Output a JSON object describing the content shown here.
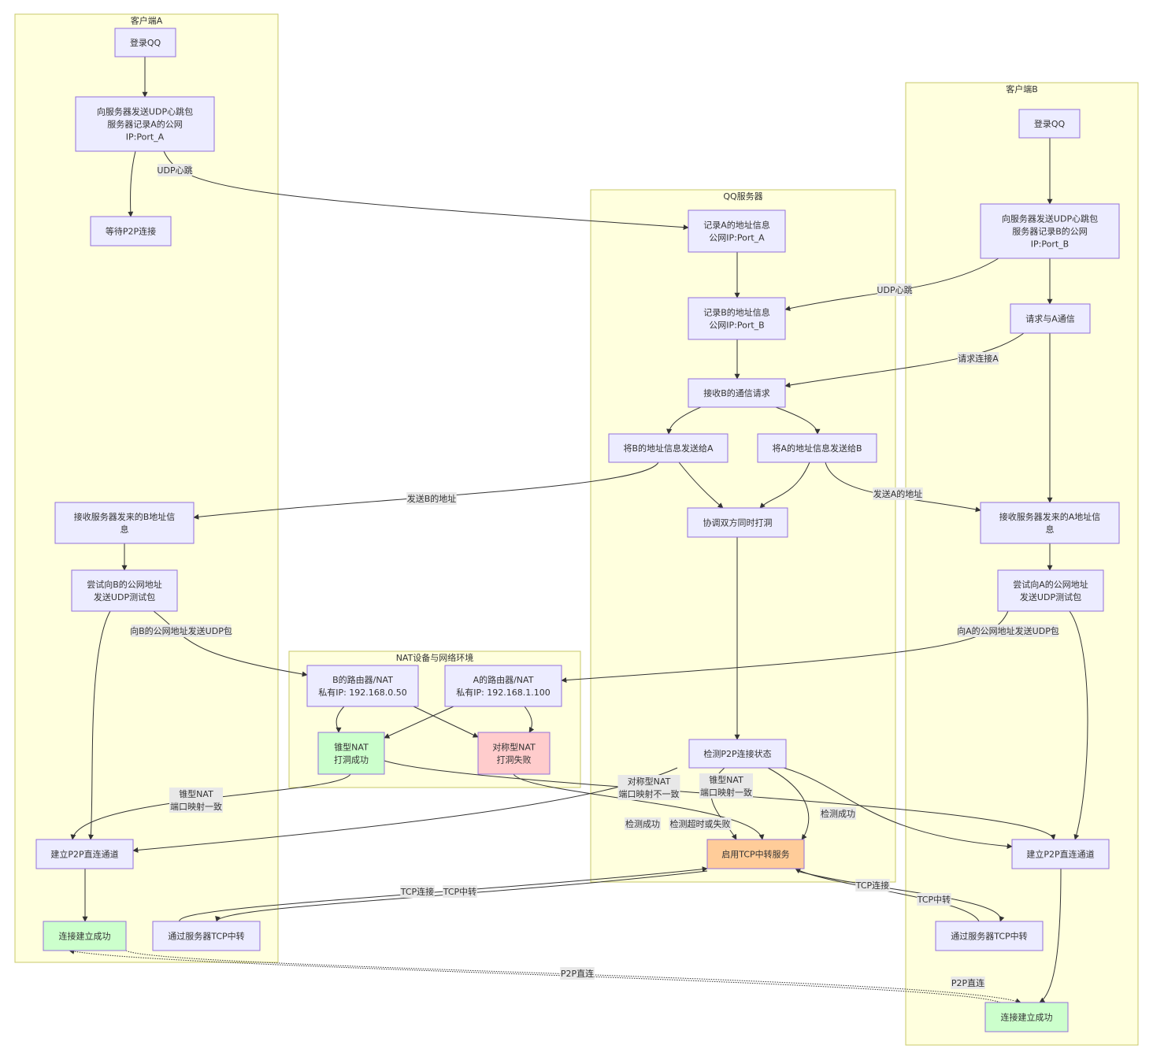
{
  "clusters": {
    "clientA": "客户端A",
    "clientB": "客户端B",
    "server": "QQ服务器",
    "nat": "NAT设备与网络环境"
  },
  "nodes": {
    "a_login": [
      "登录QQ"
    ],
    "a_hb": [
      "向服务器发送UDP心跳包",
      "服务器记录A的公网",
      "IP:Port_A"
    ],
    "a_wait": [
      "等待P2P连接"
    ],
    "a_recv": [
      "接收服务器发来的B地址信",
      "息"
    ],
    "a_try": [
      "尝试向B的公网地址",
      "发送UDP测试包"
    ],
    "a_p2p": [
      "建立P2P直连通道"
    ],
    "a_ok": [
      "连接建立成功"
    ],
    "a_tcp": [
      "通过服务器TCP中转"
    ],
    "s_recA": [
      "记录A的地址信息",
      "公网IP:Port_A"
    ],
    "s_recB": [
      "记录B的地址信息",
      "公网IP:Port_B"
    ],
    "s_req": [
      "接收B的通信请求"
    ],
    "s_sendB": [
      "将B的地址信息发送给A"
    ],
    "s_sendA": [
      "将A的地址信息发送给B"
    ],
    "s_coord": [
      "协调双方同时打洞"
    ],
    "s_check": [
      "检测P2P连接状态"
    ],
    "s_tcp": [
      "启用TCP中转服务"
    ],
    "n_b": [
      "B的路由器/NAT",
      "私有IP: 192.168.0.50"
    ],
    "n_a": [
      "A的路由器/NAT",
      "私有IP: 192.168.1.100"
    ],
    "n_cone": [
      "锥型NAT",
      "打洞成功"
    ],
    "n_sym": [
      "对称型NAT",
      "打洞失败"
    ],
    "b_login": [
      "登录QQ"
    ],
    "b_hb": [
      "向服务器发送UDP心跳包",
      "服务器记录B的公网",
      "IP:Port_B"
    ],
    "b_req": [
      "请求与A通信"
    ],
    "b_recv": [
      "接收服务器发来的A地址信",
      "息"
    ],
    "b_try": [
      "尝试向A的公网地址",
      "发送UDP测试包"
    ],
    "b_p2p": [
      "建立P2P直连通道"
    ],
    "b_tcp": [
      "通过服务器TCP中转"
    ],
    "b_ok": [
      "连接建立成功"
    ]
  },
  "edge_labels": {
    "udp_a": "UDP心跳",
    "udp_b": "UDP心跳",
    "req_a": "请求连接A",
    "send_b_addr": "发送B的地址",
    "send_a_addr": "发送A的地址",
    "udp_to_b": "向B的公网地址发送UDP包",
    "udp_to_a": "向A的公网地址发送UDP包",
    "cone_a": [
      "锥型NAT",
      "端口映射一致"
    ],
    "cone_b": [
      "锥型NAT",
      "端口映射一致"
    ],
    "sym": [
      "对称型NAT",
      "端口映射不一致"
    ],
    "check_ok_a": "检测成功",
    "check_fail": "检测超时或失败",
    "check_ok_b": "检测成功",
    "tcp_conn_a": "TCP连接",
    "tcp_relay_a": "TCP中转",
    "tcp_conn_b": "TCP连接",
    "tcp_relay_b": "TCP中转",
    "p2p_1": "P2P直连",
    "p2p_2": "P2P直连"
  },
  "colors": {
    "cluster_fill": "#ffffde",
    "node_fill": "#ececff",
    "node_stroke": "#9370db",
    "success": "#ccffcc",
    "fail": "#ffcccc",
    "relay": "#ffcc99"
  }
}
